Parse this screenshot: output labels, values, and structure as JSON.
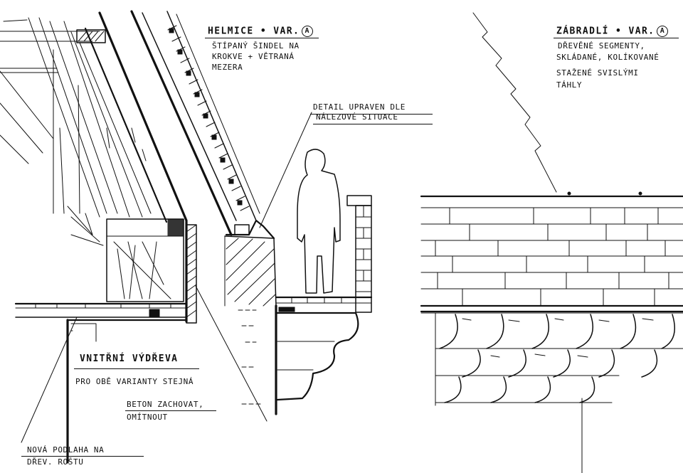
{
  "labels": {
    "helmice_title": "HELMICE • VAR.",
    "helmice_variant": "A",
    "helmice_line1": "ŠTÍPANÝ ŠINDEL NA",
    "helmice_line2": "KROKVE + VĚTRANÁ",
    "helmice_line3": "MEZERA",
    "detail_line1": "DETAIL UPRAVEN DLE",
    "detail_line2": "NÁLEZOVÉ SITUACE",
    "zabradli_title": "ZÁBRADLÍ • VAR.",
    "zabradli_variant": "A",
    "zabradli_line1": "DŘEVĚNÉ SEGMENTY,",
    "zabradli_line2": "SKLÁDANÉ, KOLÍKOVANÉ",
    "zabradli_line3": "STAŽENÉ SVISLÝMI",
    "zabradli_line4": "TÁHLY",
    "vydreva_title": "VNITŘNÍ VÝDŘEVA",
    "vydreva_line1": "PRO OBĚ VARIANTY STEJNÁ",
    "beton_line1": "BETON ZACHOVAT,",
    "beton_line2": "OMÍTNOUT",
    "podlaha_line1": "NOVÁ PODLAHA NA",
    "podlaha_line2": "DŘEV. ROŠTU"
  }
}
